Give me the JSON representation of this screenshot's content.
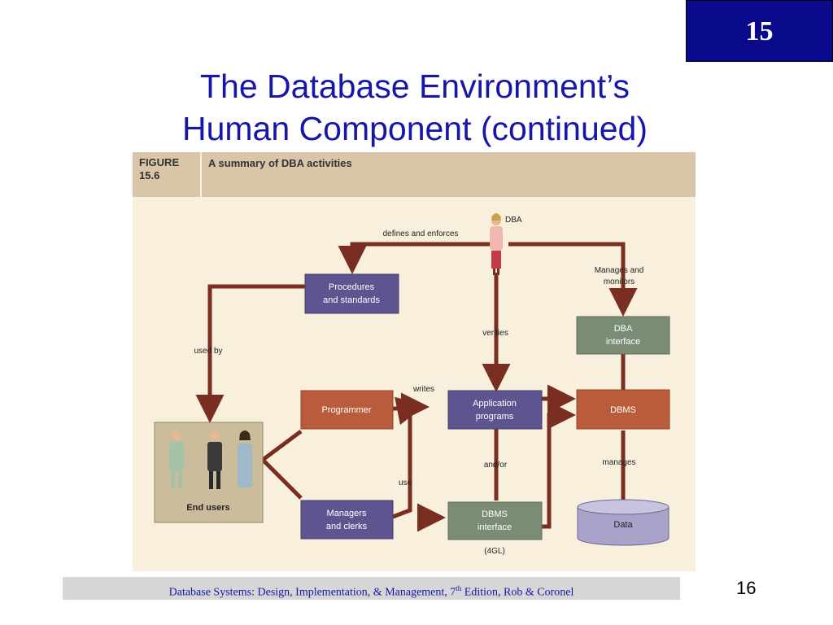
{
  "chapter_number": "15",
  "title_line1": "The Database Environment’s",
  "title_line2": "Human Component (continued)",
  "figure": {
    "label_line1": "FIGURE",
    "label_line2": "15.6",
    "caption": "A summary of DBA activities"
  },
  "nodes": {
    "dba": "DBA",
    "procedures_line1": "Procedures",
    "procedures_line2": "and standards",
    "dba_interface_line1": "DBA",
    "dba_interface_line2": "interface",
    "programmer": "Programmer",
    "app_programs_line1": "Application",
    "app_programs_line2": "programs",
    "dbms": "DBMS",
    "end_users": "End users",
    "managers_line1": "Managers",
    "managers_line2": "and clerks",
    "dbms_interface_line1": "DBMS",
    "dbms_interface_line2": "interface",
    "data": "Data"
  },
  "edges": {
    "defines_and_enforces": "defines and enforces",
    "manages_monitors_line1": "Manages and",
    "manages_monitors_line2": "monitors",
    "used_by": "used by",
    "verifies": "verifies",
    "writes": "writes",
    "and_or": "and/or",
    "manages": "manages",
    "use": "use",
    "fourgl": "(4GL)"
  },
  "footer": {
    "text_before": "Database Systems: Design, Implementation, & Management, 7",
    "superscript": "th",
    "text_after": " Edition, Rob & Coronel"
  },
  "page_number": "16",
  "colors": {
    "arrow": "#7a2e22",
    "purple_box": "#5e5590",
    "green_box": "#7b8c74",
    "orange_box": "#b95c3c",
    "title": "#1616a8",
    "badge": "#0a0a8c"
  }
}
